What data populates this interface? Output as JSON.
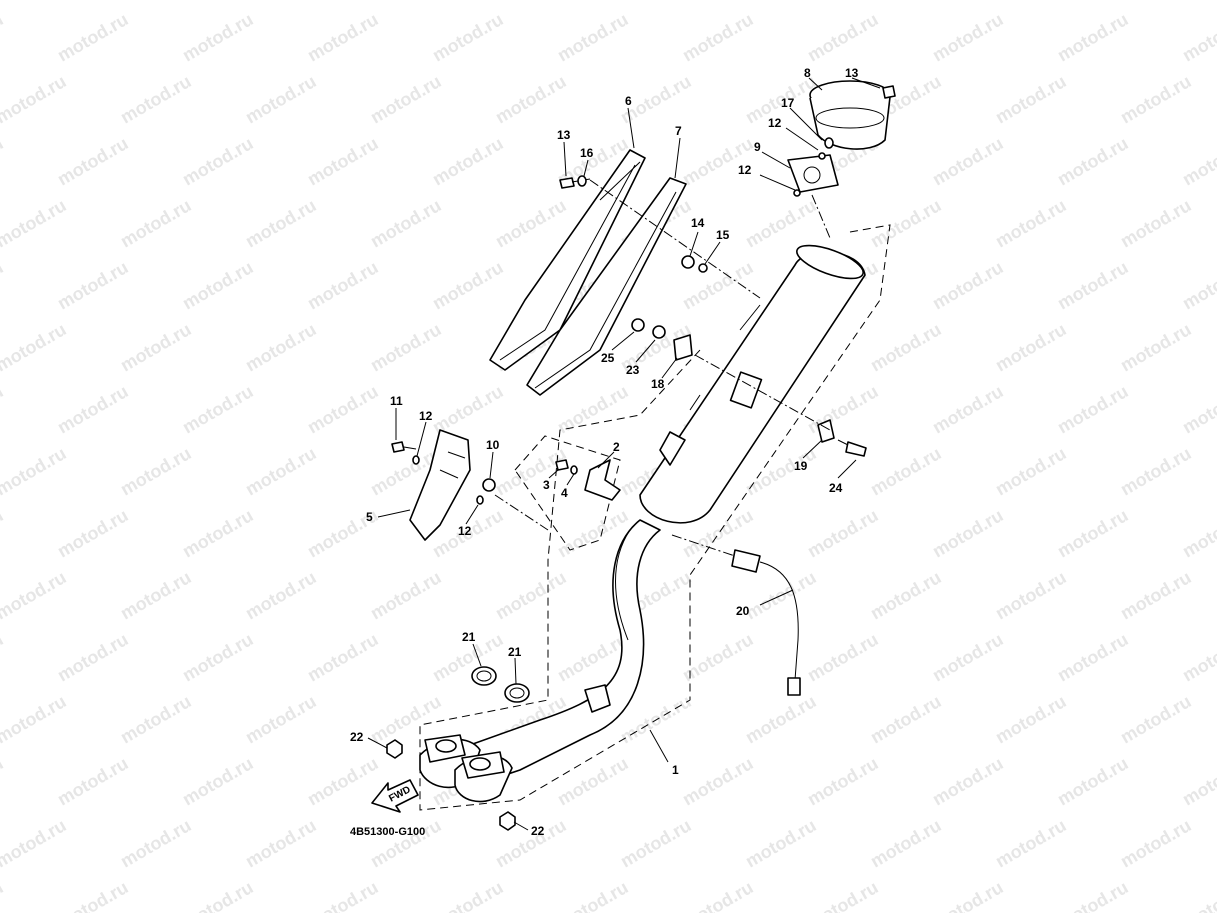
{
  "diagram": {
    "watermark_text": "motod.ru",
    "drawing_code": "4B51300-G100",
    "fwd_label": "FWD",
    "callouts": [
      {
        "id": "c1",
        "label": "1"
      },
      {
        "id": "c2",
        "label": "2"
      },
      {
        "id": "c3",
        "label": "3"
      },
      {
        "id": "c4",
        "label": "4"
      },
      {
        "id": "c5",
        "label": "5"
      },
      {
        "id": "c6",
        "label": "6"
      },
      {
        "id": "c7",
        "label": "7"
      },
      {
        "id": "c8",
        "label": "8"
      },
      {
        "id": "c9",
        "label": "9"
      },
      {
        "id": "c10",
        "label": "10"
      },
      {
        "id": "c11",
        "label": "11"
      },
      {
        "id": "c12a",
        "label": "12"
      },
      {
        "id": "c12b",
        "label": "12"
      },
      {
        "id": "c12c",
        "label": "12"
      },
      {
        "id": "c12d",
        "label": "12"
      },
      {
        "id": "c13a",
        "label": "13"
      },
      {
        "id": "c13b",
        "label": "13"
      },
      {
        "id": "c14",
        "label": "14"
      },
      {
        "id": "c15",
        "label": "15"
      },
      {
        "id": "c16",
        "label": "16"
      },
      {
        "id": "c17",
        "label": "17"
      },
      {
        "id": "c18",
        "label": "18"
      },
      {
        "id": "c19",
        "label": "19"
      },
      {
        "id": "c20",
        "label": "20"
      },
      {
        "id": "c21a",
        "label": "21"
      },
      {
        "id": "c21b",
        "label": "21"
      },
      {
        "id": "c22a",
        "label": "22"
      },
      {
        "id": "c22b",
        "label": "22"
      },
      {
        "id": "c23",
        "label": "23"
      },
      {
        "id": "c24",
        "label": "24"
      },
      {
        "id": "c25",
        "label": "25"
      }
    ]
  }
}
